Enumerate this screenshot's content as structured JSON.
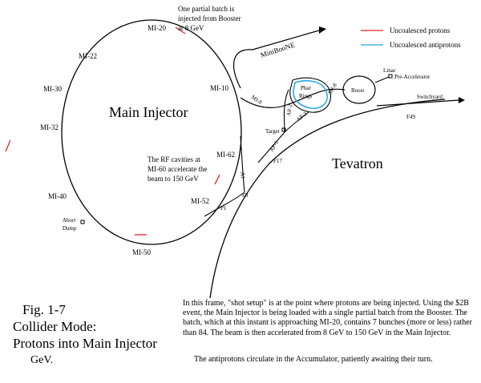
{
  "legend": {
    "protons": "Uncoalesced protons",
    "antiprotons": "Uncoalesced antiprotons",
    "proton_color": "#e8202a",
    "antiproton_color": "#2aa7e0"
  },
  "labels": {
    "main_injector": "Main Injector",
    "tevatron": "Tevatron",
    "miniboone": "MiniBooNE",
    "pbar_rings_1": "Pbar",
    "pbar_rings_2": "Rings",
    "booster": "Boost",
    "linac": "Linac",
    "pre_accelerator": "Pre-Accelerator",
    "switchyard": "Switchyard",
    "f49": "F49",
    "target": "Target",
    "ap1": "AP-1",
    "ap2": "AP-2",
    "ap3": "AP-3",
    "mi8": "MI-8",
    "mi8b": "MI-8",
    "f17": "F17",
    "f0": "F0",
    "p1": "P1",
    "a1": "A1",
    "abort_1": "Abort",
    "abort_2": "Dump"
  },
  "stations": {
    "mi20": "MI-20",
    "mi22": "MI-22",
    "mi30": "MI-30",
    "mi32": "MI-32",
    "mi40": "MI-40",
    "mi50": "MI-50",
    "mi52": "MI-52",
    "mi62": "MI-62",
    "mi10": "MI-10"
  },
  "annotations": {
    "booster_note": [
      "One partial batch is",
      "injected from Booster",
      "at 8 GeV"
    ],
    "rf_note": [
      "The RF cavities at",
      "MI-60 accelerate the",
      "beam to 150 GeV"
    ]
  },
  "caption": {
    "line1": "Fig. 1-7",
    "line2": "Collider Mode:",
    "line3": "Protons into Main Injector",
    "line4": "GeV."
  },
  "description": {
    "para1": "In this frame, \"shot setup\" is at the point where protons are being injected. Using the $2B event, the Main Injector is being loaded with a single partial batch from the Booster.  The batch, which at this instant is approaching MI-20, contains 7 bunches (more or less) rather than 84.  The beam is then accelerated from 8 GeV to 150 GeV in the Main Injector.",
    "para2": "The antiprotons circulate in the Accumulator, patiently awaiting their turn."
  }
}
